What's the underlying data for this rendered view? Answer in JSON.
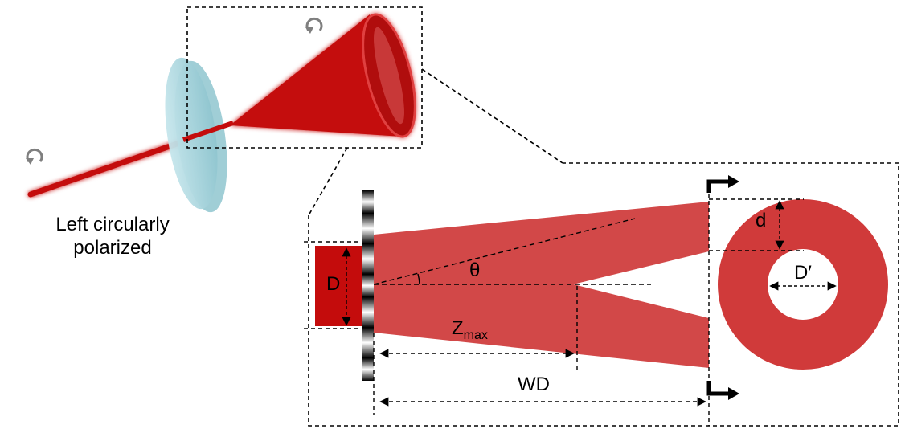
{
  "labels": {
    "polarization_line1": "Left circularly",
    "polarization_line2": "polarized",
    "D": "D",
    "theta": "θ",
    "z_main": "Z",
    "z_sub": "max",
    "WD": "WD",
    "d": "d",
    "D_prime": "D′"
  },
  "colors": {
    "beam": "#c40c0c",
    "beam_translucent": "#d03a3a",
    "lens": "#a9d7df",
    "arrow": "#7f7f7f",
    "line": "#000000"
  },
  "icons": [
    "rotation-arrow-icon",
    "section-arrow-icon"
  ]
}
